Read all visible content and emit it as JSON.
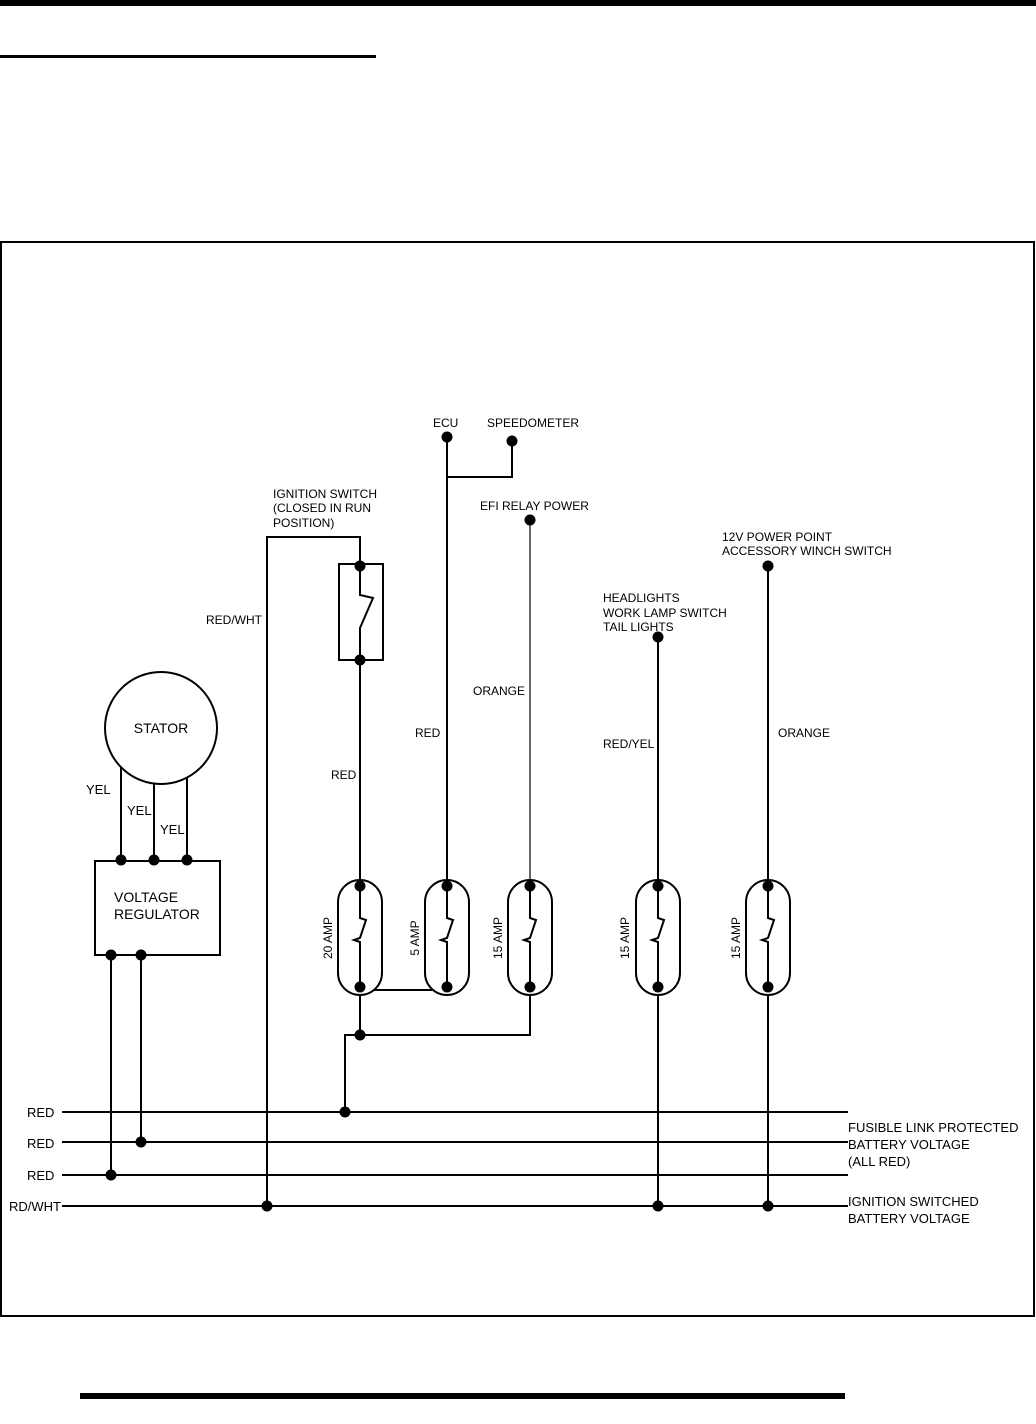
{
  "components": {
    "stator": "STATOR",
    "voltage_regulator": [
      "VOLTAGE",
      "REGULATOR"
    ],
    "ignition_switch": [
      "IGNITION SWITCH",
      "(CLOSED IN RUN",
      "POSITION)"
    ]
  },
  "destinations": {
    "ecu": "ECU",
    "speedometer": "SPEEDOMETER",
    "efi_relay": "EFI RELAY POWER",
    "lights": [
      "HEADLIGHTS",
      "WORK LAMP SWITCH",
      "TAIL LIGHTS"
    ],
    "power_point": [
      "12V POWER POINT",
      "ACCESSORY WINCH SWITCH"
    ]
  },
  "wire_labels": {
    "yel_1": "YEL",
    "yel_2": "YEL",
    "yel_3": "YEL",
    "red_wht": "RED/WHT",
    "red_switch": "RED",
    "red_ecu": "RED",
    "orange_efi": "ORANGE",
    "red_yel": "RED/YEL",
    "orange_power": "ORANGE"
  },
  "fuses": [
    {
      "label": "20 AMP"
    },
    {
      "label": "5 AMP"
    },
    {
      "label": "15 AMP"
    },
    {
      "label": "15 AMP"
    },
    {
      "label": "15 AMP"
    }
  ],
  "bus_lines": [
    "RED",
    "RED",
    "RED",
    "RD/WHT"
  ],
  "bus_descriptions": {
    "fusible": [
      "FUSIBLE LINK PROTECTED",
      "BATTERY VOLTAGE",
      "(ALL RED)"
    ],
    "ignition": [
      "IGNITION SWITCHED",
      "BATTERY VOLTAGE"
    ]
  },
  "colors": {
    "ink": "#000000",
    "background": "#ffffff"
  }
}
